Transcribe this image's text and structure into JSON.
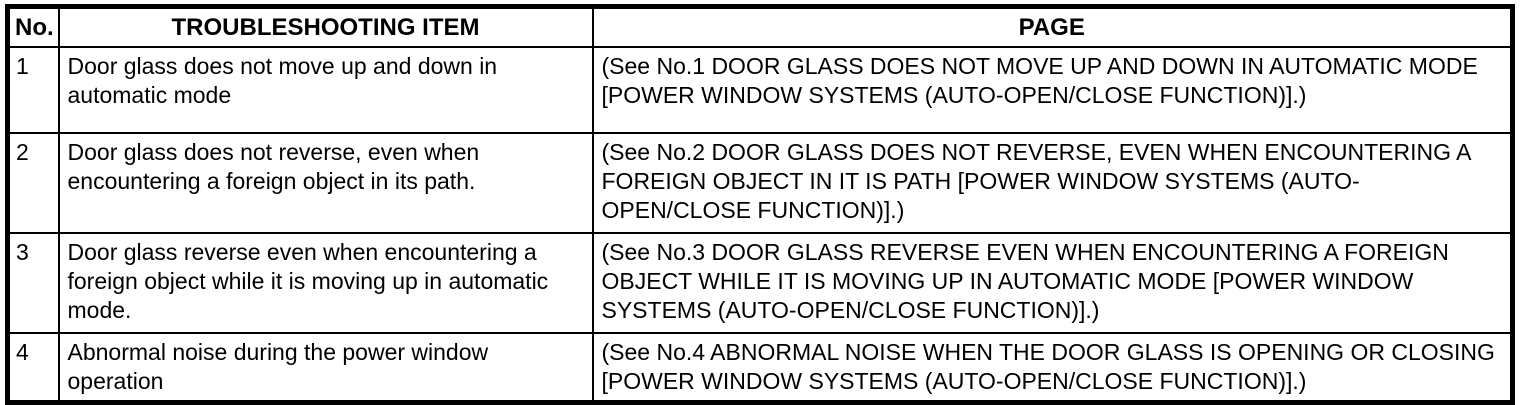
{
  "colors": {
    "border": "#000000",
    "text": "#000000",
    "background": "#ffffff"
  },
  "table": {
    "headers": {
      "no": "No.",
      "item": "TROUBLESHOOTING ITEM",
      "page": "PAGE"
    },
    "rows": [
      {
        "no": "1",
        "item": "Door glass does not move up and down in automatic mode",
        "page": "(See No.1 DOOR GLASS DOES NOT MOVE UP AND DOWN IN AUTOMATIC MODE [POWER WINDOW SYSTEMS (AUTO-OPEN/CLOSE FUNCTION)].)"
      },
      {
        "no": "2",
        "item": "Door glass does not reverse, even when encountering a foreign object in its path.",
        "page": "(See No.2 DOOR GLASS DOES NOT REVERSE, EVEN WHEN ENCOUNTERING A FOREIGN OBJECT IN IT IS PATH [POWER WINDOW SYSTEMS (AUTO-OPEN/CLOSE FUNCTION)].)"
      },
      {
        "no": "3",
        "item": "Door glass reverse even when encountering a foreign object while it is moving up in automatic mode.",
        "page": "(See No.3 DOOR GLASS REVERSE EVEN WHEN ENCOUNTERING A FOREIGN OBJECT WHILE IT IS MOVING UP IN AUTOMATIC MODE [POWER WINDOW SYSTEMS (AUTO-OPEN/CLOSE FUNCTION)].)"
      },
      {
        "no": "4",
        "item": "Abnormal noise during the power window operation",
        "page": "(See No.4 ABNORMAL NOISE WHEN THE DOOR GLASS IS OPENING OR CLOSING [POWER WINDOW SYSTEMS (AUTO-OPEN/CLOSE FUNCTION)].)"
      }
    ]
  }
}
